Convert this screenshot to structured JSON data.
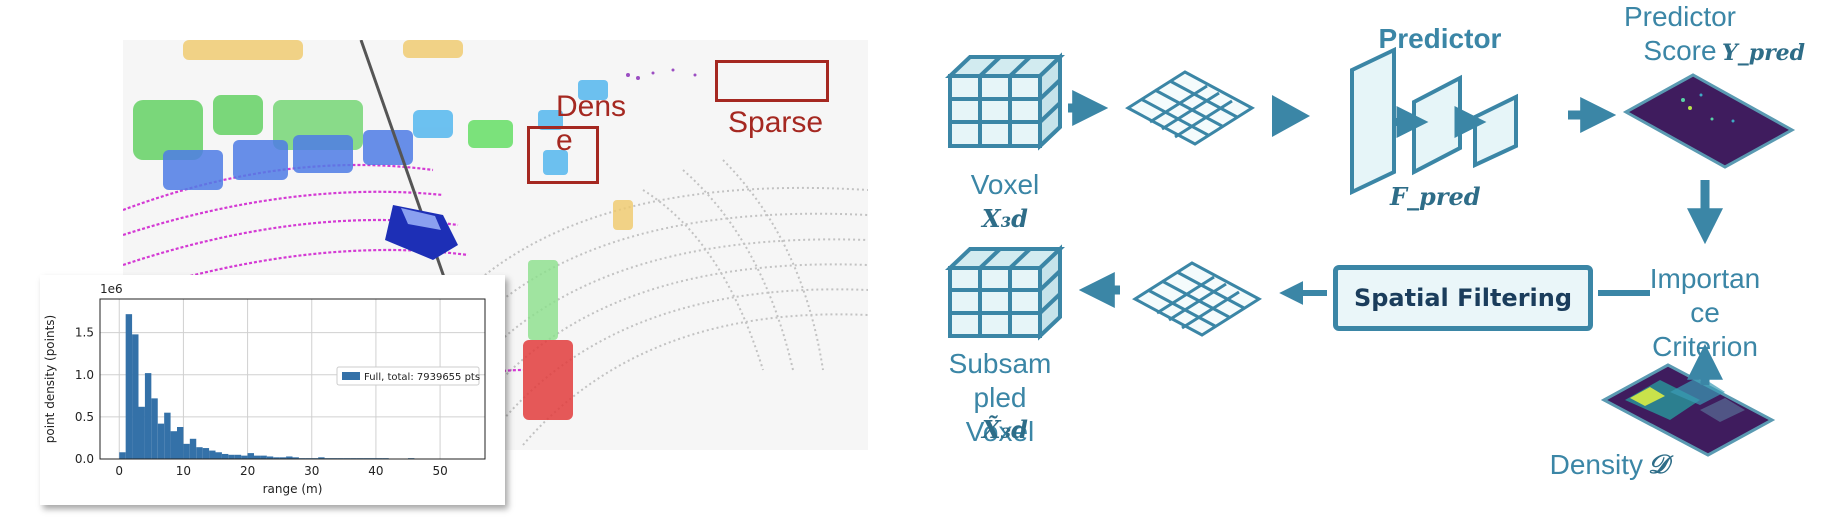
{
  "scene": {
    "dense_label": "Dens\ne",
    "sparse_label": "Sparse"
  },
  "histogram": {
    "exponent_label": "1e6",
    "legend": "Full, total: 7939655 pts",
    "chart_data": {
      "type": "bar",
      "xlabel": "range (m)",
      "ylabel": "point density (points)",
      "xlim": [
        -3,
        57
      ],
      "ylim": [
        0,
        1.9
      ],
      "xticks": [
        0,
        10,
        20,
        30,
        40,
        50
      ],
      "yticks": [
        "0.0",
        "0.5",
        "1.0",
        "1.5"
      ],
      "grid": true,
      "legend_position": "right",
      "bin_width": 1,
      "bin_starts": [
        0,
        1,
        2,
        3,
        4,
        5,
        6,
        7,
        8,
        9,
        10,
        11,
        12,
        13,
        14,
        15,
        16,
        17,
        18,
        19,
        20,
        21,
        22,
        23,
        24,
        25,
        26,
        27,
        28,
        29,
        30,
        31,
        32,
        33,
        34,
        35,
        36,
        37,
        38,
        39,
        40,
        41,
        42,
        43,
        44,
        45
      ],
      "values": [
        0.08,
        1.72,
        1.48,
        0.62,
        1.02,
        0.72,
        0.42,
        0.55,
        0.33,
        0.38,
        0.18,
        0.24,
        0.14,
        0.13,
        0.1,
        0.08,
        0.06,
        0.05,
        0.05,
        0.04,
        0.07,
        0.04,
        0.04,
        0.03,
        0.02,
        0.02,
        0.03,
        0.02,
        0.01,
        0.01,
        0.01,
        0.02,
        0.01,
        0.01,
        0.01,
        0.01,
        0.01,
        0.01,
        0.01,
        0.01,
        0.01,
        0.01,
        0.0,
        0.0,
        0.0,
        0.01
      ]
    }
  },
  "diagram": {
    "voxel_label": "Voxel",
    "voxel_symbol": "X₃d",
    "subsampled_label": "Subsam\npled\nVoxel",
    "subsampled_symbol": "X̃₃d",
    "predictor_title": "Predictor",
    "predictor_symbol": "F_pred",
    "score_label": "Predictor\nScore",
    "score_symbol": "Y_pred",
    "importance_label": "Importan\nce\nCriterion",
    "filter_label": "Spatial Filtering",
    "density_label": "Density",
    "density_symbol": "𝒟",
    "accent_color": "#3b86a6",
    "heatmap_color": "#3f1c5e"
  }
}
